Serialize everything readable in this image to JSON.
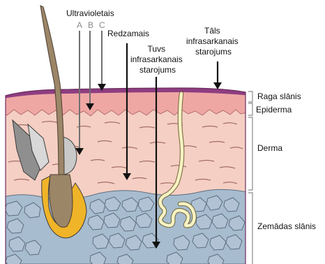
{
  "labels": {
    "uv": "Ultravioletais",
    "uv_a": "A",
    "uv_b": "B",
    "uv_c": "C",
    "visible": "Redzamais",
    "near_ir": [
      "Tuvs",
      "infrasarkanais",
      "starojums"
    ],
    "far_ir": [
      "Tāls",
      "infrasarkanais",
      "starojums"
    ]
  },
  "layers": {
    "stratum_corneum": "Raga slānis",
    "epidermis": "Epiderma",
    "dermis": "Derma",
    "subcutis": "Zemādas slānis"
  },
  "colors": {
    "stratum_corneum": "#8e3d80",
    "epidermis": "#efa7a4",
    "dermis": "#f5cfc3",
    "subcutis": "#a7bccf",
    "hair": "#9c8668",
    "follicle_bulb": "#f0b429",
    "sweat_gland": "#f7f2c4"
  },
  "icons": [
    "hair-follicle-icon",
    "sebaceous-gland-icon",
    "sweat-gland-icon",
    "arrow-down-icon"
  ]
}
